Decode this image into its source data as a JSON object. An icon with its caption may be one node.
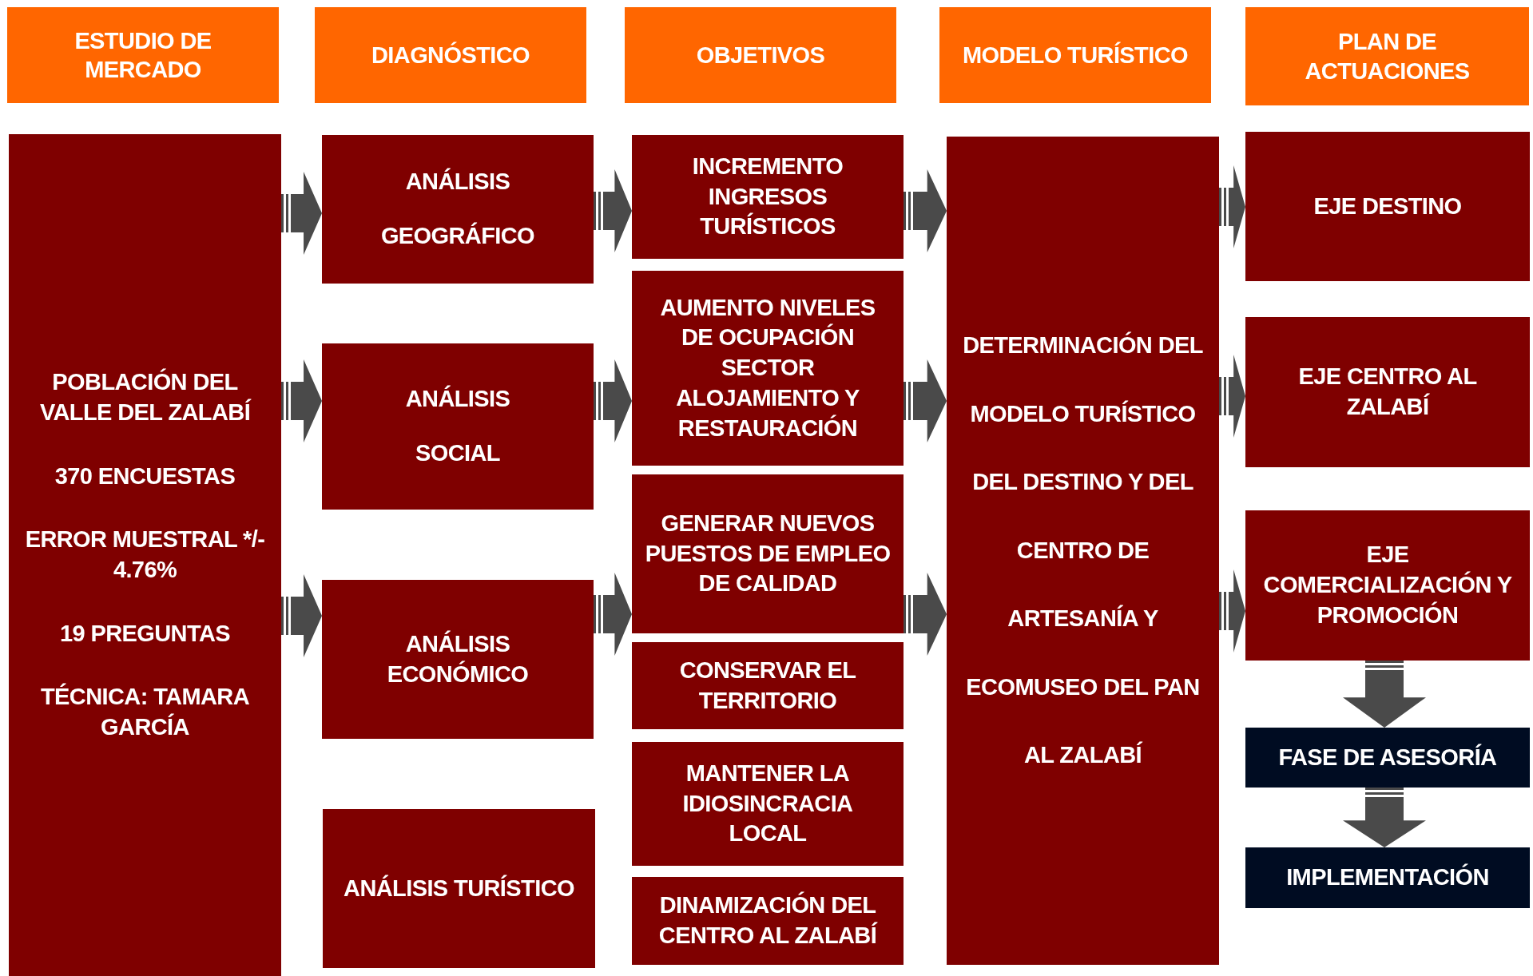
{
  "diagram": {
    "nodes": [
      {
        "text": [
          "ESTUDIO DE MERCADO"
        ]
      },
      {
        "text": [
          "DIAGNÓSTICO"
        ]
      },
      {
        "text": [
          "OBJETIVOS"
        ]
      },
      {
        "text": [
          "MODELO TURÍSTICO"
        ]
      },
      {
        "text": [
          "PLAN DE ACTUACIONES"
        ]
      },
      {
        "text": [
          "POBLACIÓN DEL VALLE DEL ZALABÍ",
          "370 ENCUESTAS",
          "ERROR MUESTRAL */- 4.76%",
          "19  PREGUNTAS",
          "TÉCNICA: TAMARA GARCÍA"
        ]
      },
      {
        "text": [
          "ANÁLISIS",
          "GEOGRÁFICO"
        ]
      },
      {
        "text": [
          "ANÁLISIS",
          "SOCIAL"
        ]
      },
      {
        "text": [
          "ANÁLISIS ECONÓMICO"
        ]
      },
      {
        "text": [
          "ANÁLISIS TURÍSTICO"
        ]
      },
      {
        "text": [
          "INCREMENTO INGRESOS TURÍSTICOS"
        ]
      },
      {
        "text": [
          "AUMENTO NIVELES DE OCUPACIÓN SECTOR ALOJAMIENTO Y RESTAURACIÓN"
        ]
      },
      {
        "text": [
          "GENERAR NUEVOS PUESTOS DE EMPLEO DE CALIDAD"
        ]
      },
      {
        "text": [
          "CONSERVAR EL TERRITORIO"
        ]
      },
      {
        "text": [
          "MANTENER LA IDIOSINCRACIA LOCAL"
        ]
      },
      {
        "text": [
          "DINAMIZACIÓN DEL CENTRO AL ZALABÍ"
        ]
      },
      {
        "text": [
          "DETERMINACIÓN DEL MODELO TURÍSTICO DEL DESTINO Y DEL CENTRO DE ARTESANÍA Y ECOMUSEO DEL PAN AL ZALABÍ"
        ]
      },
      {
        "text": [
          "EJE DESTINO"
        ]
      },
      {
        "text": [
          "EJE CENTRO AL ZALABÍ"
        ]
      },
      {
        "text": [
          "EJE COMERCIALIZACIÓN Y PROMOCIÓN"
        ]
      },
      {
        "text": [
          "FASE DE ASESORÍA"
        ]
      },
      {
        "text": [
          "IMPLEMENTACIÓN"
        ]
      }
    ],
    "edges": [
      {
        "from": 5,
        "to": 6,
        "arrow": "to"
      },
      {
        "from": 5,
        "to": 7,
        "arrow": "to"
      },
      {
        "from": 5,
        "to": 8,
        "arrow": "to"
      },
      {
        "from": 6,
        "to": 10,
        "arrow": "to"
      },
      {
        "from": 7,
        "to": 11,
        "arrow": "to"
      },
      {
        "from": 8,
        "to": 12,
        "arrow": "to"
      },
      {
        "from": 10,
        "to": 16,
        "arrow": "to"
      },
      {
        "from": 11,
        "to": 16,
        "arrow": "to"
      },
      {
        "from": 12,
        "to": 16,
        "arrow": "to"
      },
      {
        "from": 16,
        "to": 17,
        "arrow": "to"
      },
      {
        "from": 16,
        "to": 18,
        "arrow": "to"
      },
      {
        "from": 16,
        "to": 19,
        "arrow": "to"
      },
      {
        "from": 19,
        "to": 20,
        "arrow": "to"
      },
      {
        "from": 20,
        "to": 21,
        "arrow": "to"
      }
    ]
  }
}
